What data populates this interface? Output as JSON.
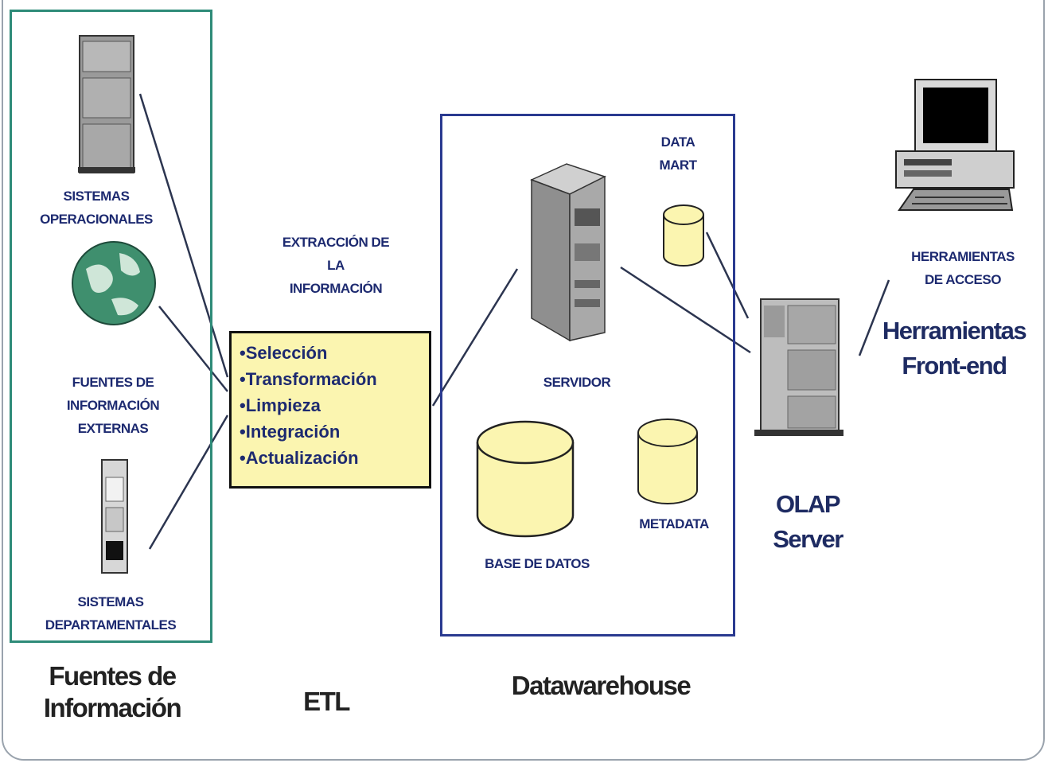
{
  "sources": {
    "sistemas_operacionales": "SISTEMAS\nOPERACIONALES",
    "fuentes_externas": "FUENTES DE\nINFORMACIÓN\nEXTERNAS",
    "sistemas_departamentales": "SISTEMAS\nDEPARTAMENTALES",
    "group_title": "Fuentes de\nInformación"
  },
  "etl": {
    "extraction_label": "EXTRACCIÓN DE\nLA\nINFORMACIÓN",
    "steps": [
      "•Selección",
      "•Transformación",
      "•Limpieza",
      "•Integración",
      "•Actualización"
    ],
    "group_title": "ETL"
  },
  "datawarehouse": {
    "data_mart": "DATA\nMART",
    "servidor": "SERVIDOR",
    "base_de_datos": "BASE DE DATOS",
    "metadata": "METADATA",
    "group_title": "Datawarehouse"
  },
  "olap": {
    "title": "OLAP\nServer"
  },
  "frontend": {
    "herramientas_acceso": "HERRAMIENTAS\nDE ACCESO",
    "title": "Herramientas\nFront-end"
  },
  "colors": {
    "sources_border": "#2e8b78",
    "datawarehouse_border": "#2a3a90",
    "etl_fill": "#fbf5b0",
    "cylinder_fill": "#fbf5b0",
    "label_blue": "#1d2a70"
  }
}
